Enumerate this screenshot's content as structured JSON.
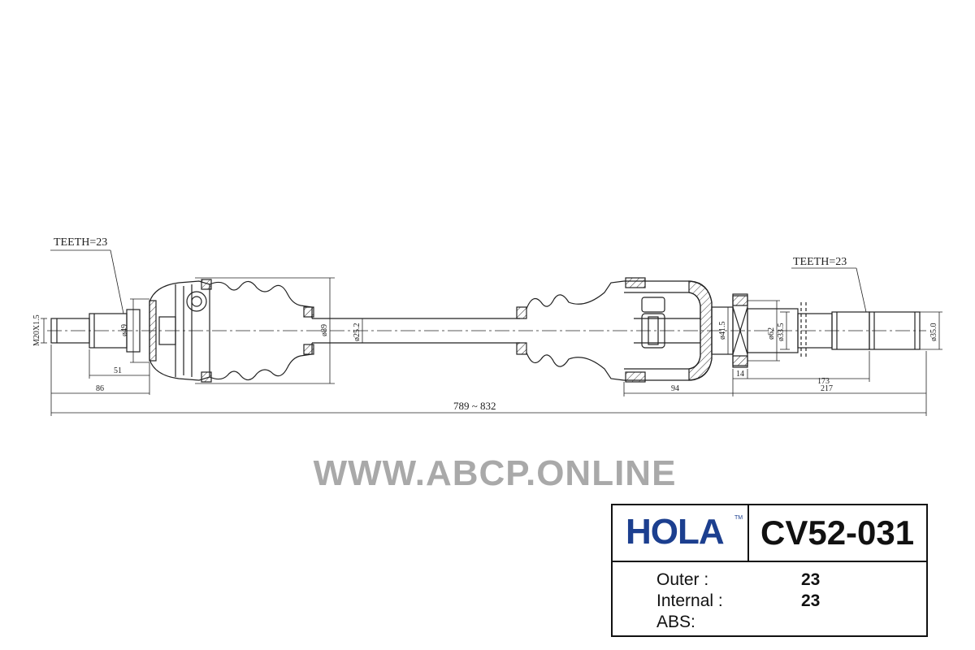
{
  "drawing": {
    "outer_teeth_label": "TEETH=23",
    "inner_teeth_label": "TEETH=23",
    "thread_label": "M20X1.5",
    "dims": {
      "d49": "ø49",
      "d89": "ø89",
      "d25": "ø25.2",
      "d41": "ø41.5",
      "d62": "ø62",
      "d33": "ø33.5",
      "d35": "ø35.0",
      "l51": "51",
      "l86": "86",
      "l94": "94",
      "l14": "14",
      "l173": "173",
      "l217": "217",
      "total": "789 ~ 832"
    }
  },
  "watermark": "WWW.ABCP.ONLINE",
  "titleblock": {
    "brand": "HOLA",
    "brand_tm": "TM",
    "part_number": "CV52-031",
    "specs": [
      {
        "label": "Outer :",
        "value": "23"
      },
      {
        "label": "Internal :",
        "value": "23"
      },
      {
        "label": "ABS:",
        "value": ""
      }
    ]
  },
  "colors": {
    "brand": "#1c3f8f",
    "watermark": "#a9a9a9",
    "line": "#222222"
  }
}
